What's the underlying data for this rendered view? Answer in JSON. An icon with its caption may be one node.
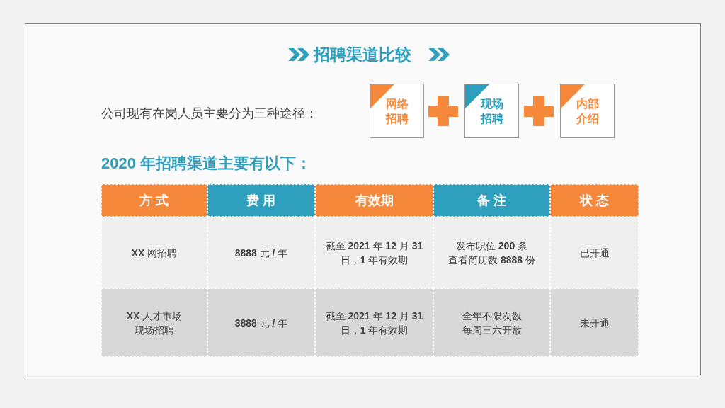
{
  "diagram": {
    "title": "招聘渠道比较",
    "nodes": [
      {
        "text": [
          "网络招聘"
        ]
      },
      {
        "text": [
          "现场招聘"
        ]
      },
      {
        "text": [
          "内部介绍"
        ]
      }
    ],
    "labels": [
      "公司现有在岗人员主要分为三种途径：",
      "2020 年招聘渠道主要有以下：",
      "方 式",
      "费 用",
      "有效期",
      "备 注",
      "状 态",
      "**XX** 网招聘",
      "**8888** 元 **/** 年",
      "截至 **2021** 年 **12** 月 **31**日，**1** 年有效期",
      "发布职位 **200** 条查看简历数 **8888** 份",
      "已开通",
      "**XX** 人才市场现场招聘",
      "**3888** 元 **/** 年",
      "截至 **2021** 年 **12** 月 **31**日，**1** 年有效期",
      "全年不限次数每周三六开放",
      "未开通"
    ]
  }
}
